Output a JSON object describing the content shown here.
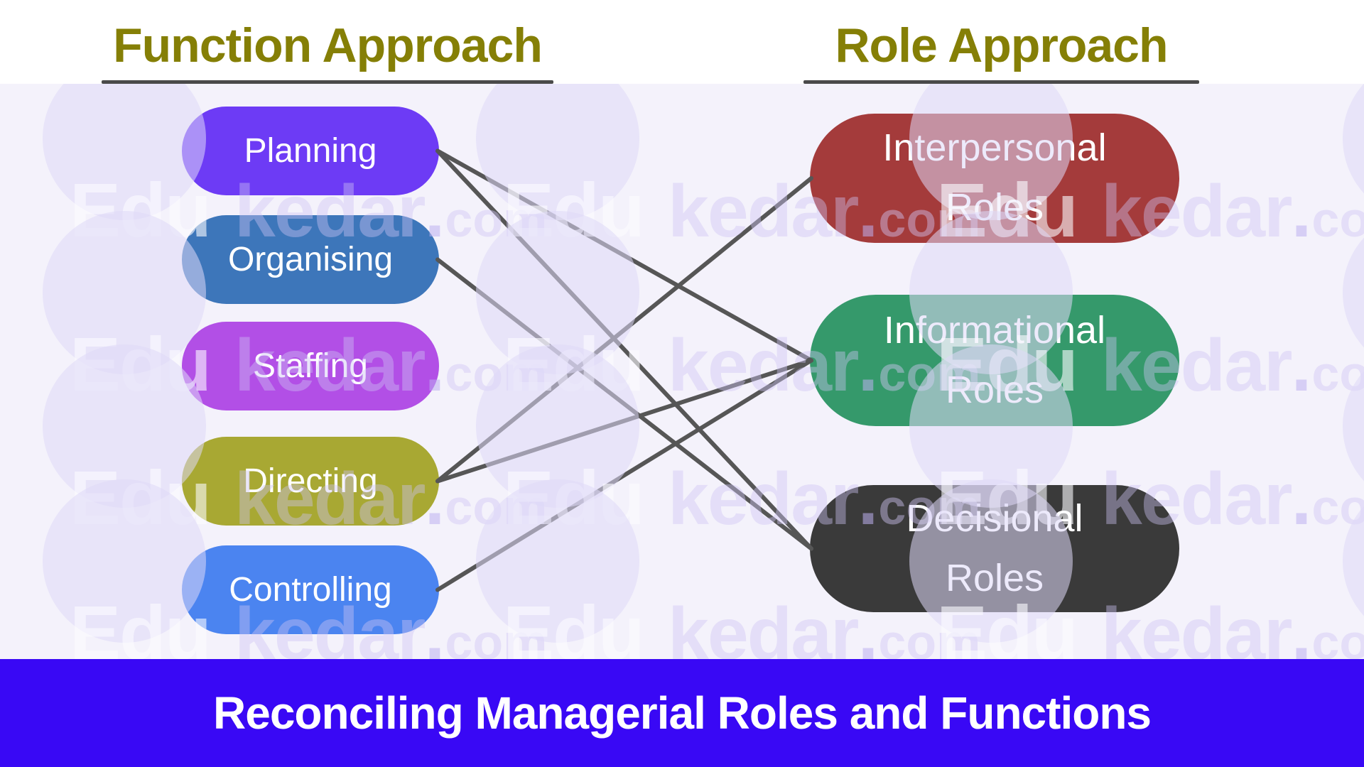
{
  "titles": {
    "left": "Function Approach",
    "right": "Role Approach",
    "color": "#857f06"
  },
  "functions": [
    {
      "label": "Planning",
      "color": "#6d3bf5"
    },
    {
      "label": "Organising",
      "color": "#3d76ba"
    },
    {
      "label": "Staffing",
      "color": "#b24fe6"
    },
    {
      "label": "Directing",
      "color": "#a8a833"
    },
    {
      "label": "Controlling",
      "color": "#4b84f0"
    }
  ],
  "roles": [
    {
      "label": "Interpersonal Roles",
      "lines": [
        "Interpersonal",
        "Roles"
      ],
      "color": "#a43b3b"
    },
    {
      "label": "Informational Roles",
      "lines": [
        "Informational",
        "Roles"
      ],
      "color": "#35996b"
    },
    {
      "label": "Decisional Roles",
      "lines": [
        "Decisional",
        "Roles"
      ],
      "color": "#3a3a3a"
    }
  ],
  "connections": [
    {
      "from": "Planning",
      "to": "Informational Roles"
    },
    {
      "from": "Planning",
      "to": "Decisional Roles"
    },
    {
      "from": "Organising",
      "to": "Decisional Roles"
    },
    {
      "from": "Directing",
      "to": "Interpersonal Roles"
    },
    {
      "from": "Directing",
      "to": "Informational Roles"
    },
    {
      "from": "Controlling",
      "to": "Informational Roles"
    }
  ],
  "connector_color": "#565656",
  "banner": {
    "text": "Reconciling Managerial Roles and Functions",
    "bg": "#3908f5"
  },
  "watermark": {
    "brand_bold": "Edu",
    "brand_rest": "kedar",
    "dot": ".",
    "suffix": "com"
  },
  "background": {
    "canvas": "#f4f2fb",
    "top_band": "#ffffff"
  }
}
